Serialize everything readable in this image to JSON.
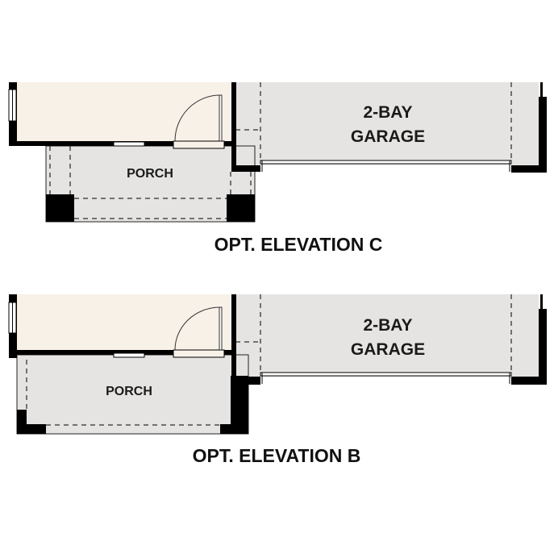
{
  "colors": {
    "living": "#f7f1e8",
    "covered": "#e5e4e2",
    "wall": "#000000",
    "background": "#ffffff"
  },
  "plans": [
    {
      "caption": "OPT. ELEVATION C",
      "porch_label": "PORCH",
      "garage_label_line1": "2-BAY",
      "garage_label_line2": "GARAGE"
    },
    {
      "caption": "OPT. ELEVATION B",
      "porch_label": "PORCH",
      "garage_label_line1": "2-BAY",
      "garage_label_line2": "GARAGE"
    }
  ]
}
